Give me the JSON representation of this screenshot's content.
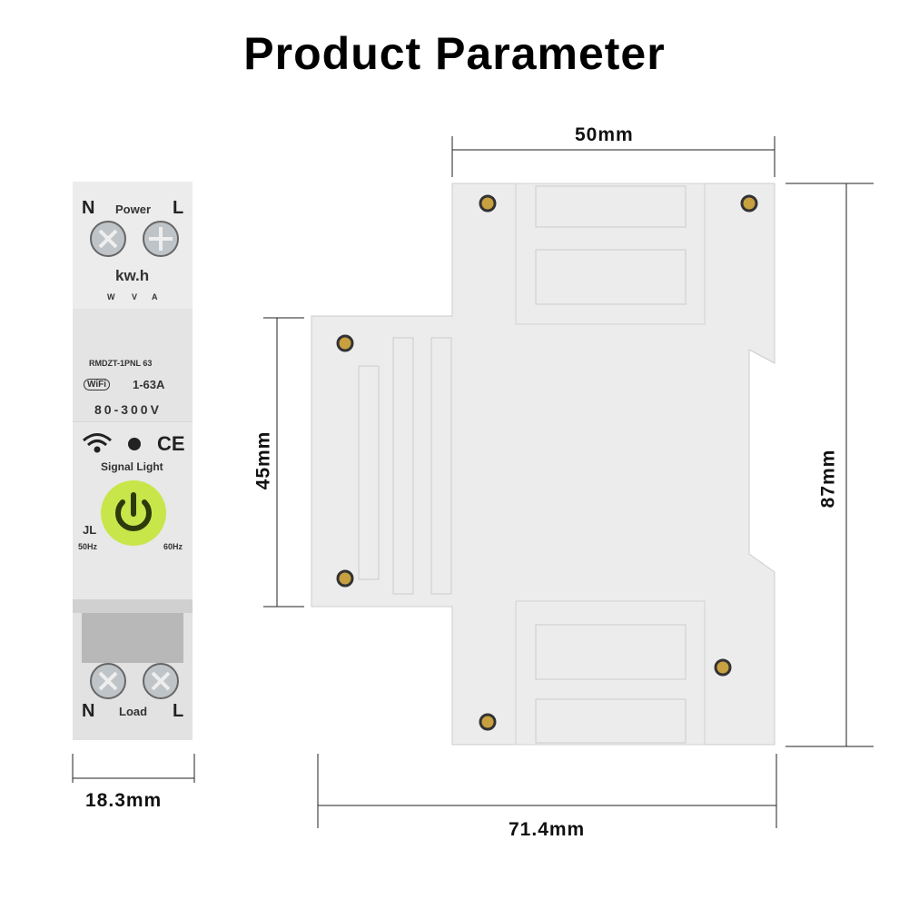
{
  "title": "Product Parameter",
  "dimensions": {
    "width_top": "50mm",
    "height_side": "45mm",
    "height_total": "87mm",
    "depth": "71.4mm",
    "module_width": "18.3mm"
  },
  "device": {
    "top_left": "N",
    "top_label": "Power",
    "top_right": "L",
    "meter": "kw.h",
    "meter_units": [
      "W",
      "V",
      "A"
    ],
    "model": "RMDZT-1PNL 63",
    "wifi_badge": "WiFi",
    "current": "1-63A",
    "voltage": "80-300V",
    "ce_mark": "CE",
    "signal": "Signal Light",
    "brand": "JL",
    "freq_left": "50Hz",
    "freq_right": "60Hz",
    "bottom_left": "N",
    "bottom_label": "Load",
    "bottom_right": "L",
    "accent": "#c8e64a"
  }
}
